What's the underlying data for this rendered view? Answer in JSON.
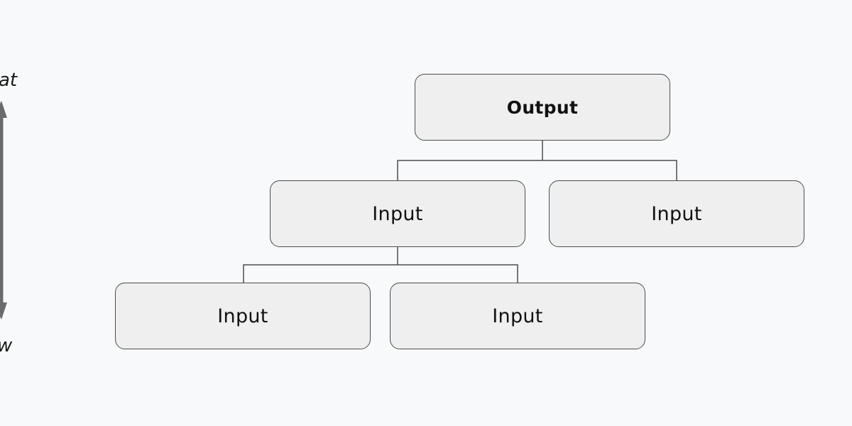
{
  "diagram": {
    "root": {
      "label": "Output"
    },
    "level1": [
      {
        "label": "Input"
      },
      {
        "label": "Input"
      }
    ],
    "level2": [
      {
        "label": "Input"
      },
      {
        "label": "Input"
      }
    ]
  },
  "axis": {
    "top_label": "at",
    "bottom_label": "w",
    "color": "#6b6b6b"
  },
  "colors": {
    "background": "#f8f9fb",
    "node_fill": "#efefef",
    "node_border": "#4d4d4d",
    "connector": "#4d4d4d"
  }
}
